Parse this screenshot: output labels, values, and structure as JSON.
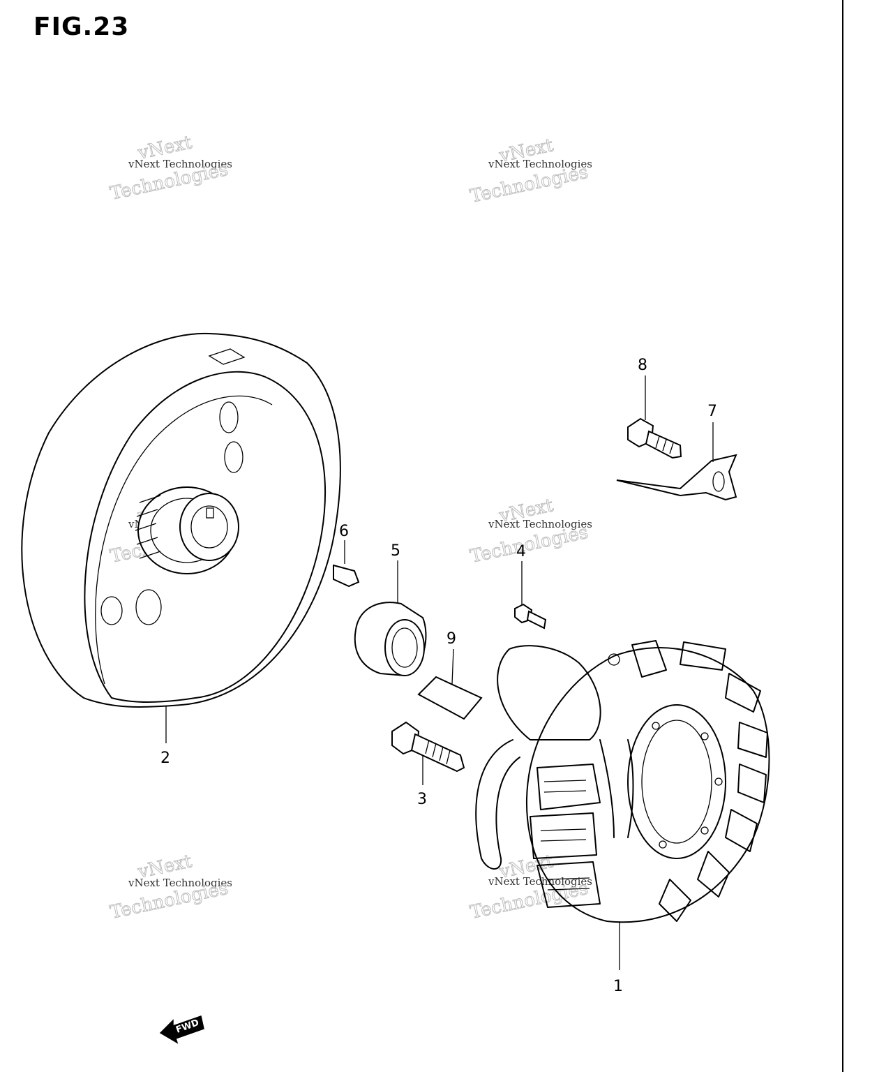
{
  "figure_title": "FIG.23",
  "callouts": [
    "1",
    "2",
    "3",
    "4",
    "5",
    "6",
    "7",
    "8",
    "9"
  ],
  "watermark": {
    "line1": "vNext Technologies",
    "line2": "vNext",
    "line3": "Technologies"
  },
  "forward_label": "FWD",
  "icons": [
    "forward-arrow-icon"
  ]
}
